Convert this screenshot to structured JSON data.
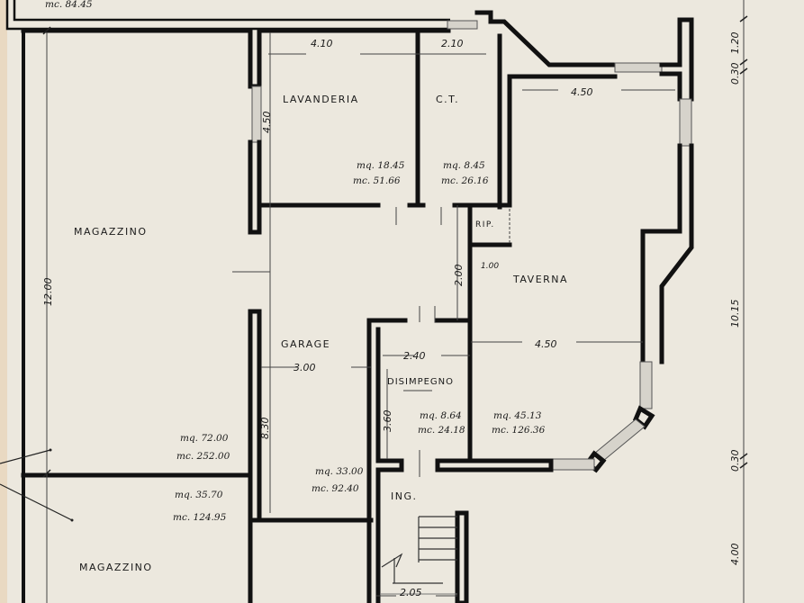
{
  "plan": {
    "top_partial_label": "mc. 84.45",
    "rooms": [
      {
        "id": "magazzino-1",
        "name": "MAGAZZINO",
        "mq": "mq. 72.00",
        "mc": "mc. 252.00"
      },
      {
        "id": "magazzino-2",
        "name": "MAGAZZINO",
        "mq": "mq. 35.70",
        "mc": "mc. 124.95"
      },
      {
        "id": "lavanderia",
        "name": "LAVANDERIA",
        "mq": "mq. 18.45",
        "mc": "mc. 51.66"
      },
      {
        "id": "ct",
        "name": "C.T.",
        "mq": "mq. 8.45",
        "mc": "mc. 26.16"
      },
      {
        "id": "rip",
        "name": "RIP."
      },
      {
        "id": "taverna",
        "name": "TAVERNA",
        "mq": "mq. 45.13",
        "mc": "mc. 126.36"
      },
      {
        "id": "garage",
        "name": "GARAGE",
        "mq": "mq. 33.00",
        "mc": "mc. 92.40"
      },
      {
        "id": "disimpegno",
        "name": "DISIMPEGNO",
        "mq": "mq. 8.64",
        "mc": "mc. 24.18"
      },
      {
        "id": "ingresso",
        "name": "ING."
      }
    ],
    "dimensions": {
      "lavanderia_width": "4.10",
      "ct_width": "2.10",
      "lavanderia_depth": "4.50",
      "taverna_top_width": "4.50",
      "taverna_mid_width": "4.50",
      "magazzino_depth": "12.00",
      "corridor_depth": "2.00",
      "rip_offset": "1.00",
      "disimpegno_width": "2.40",
      "disimpegno_depth": "3.60",
      "garage_width": "3.00",
      "garage_depth": "8.30",
      "stair_width": "2.05",
      "right_0_30_top": "0.30",
      "right_1_20": "1.20",
      "right_10_15": "10.15",
      "right_0_30_bottom": "0.30",
      "right_4_00": "4.00"
    }
  }
}
